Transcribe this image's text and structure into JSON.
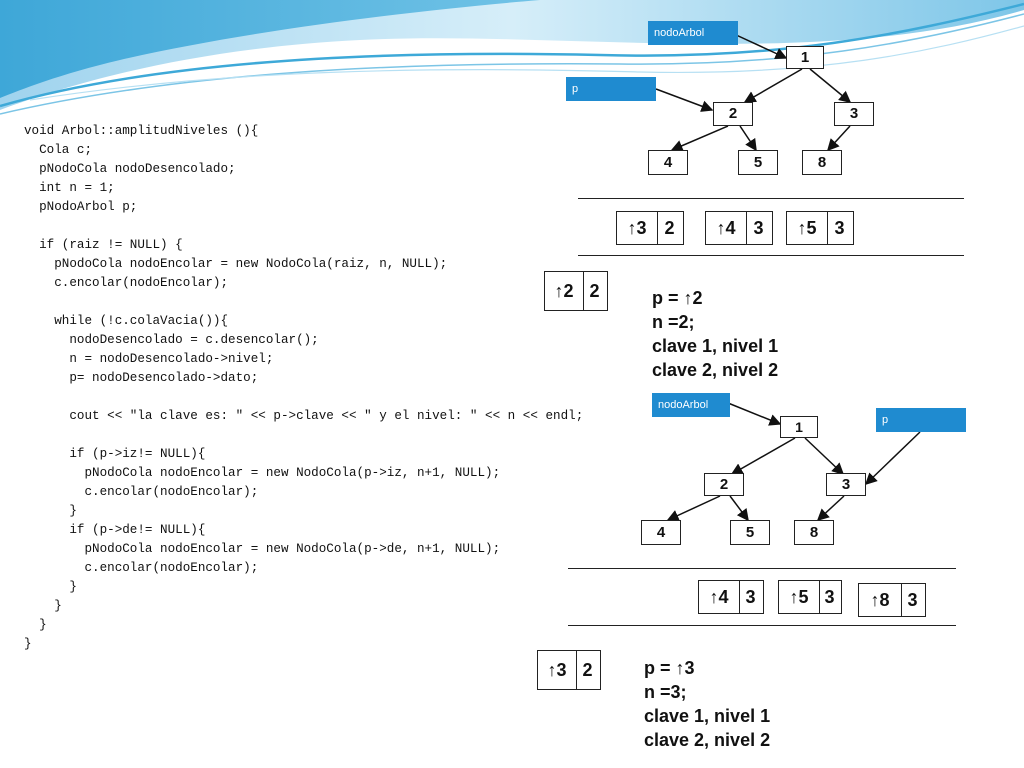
{
  "code": "void Arbol::amplitudNiveles (){\n  Cola c;\n  pNodoCola nodoDesencolado;\n  int n = 1;\n  pNodoArbol p;\n\n  if (raiz != NULL) {\n    pNodoCola nodoEncolar = new NodoCola(raiz, n, NULL);\n    c.encolar(nodoEncolar);\n\n    while (!c.colaVacia()){\n      nodoDesencolado = c.desencolar();\n      n = nodoDesencolado->nivel;\n      p= nodoDesencolado->dato;\n\n      cout << \"la clave es: \" << p->clave << \" y el nivel: \" << n << endl;\n\n      if (p->iz!= NULL){\n        pNodoCola nodoEncolar = new NodoCola(p->iz, n+1, NULL);\n        c.encolar(nodoEncolar);\n      }\n      if (p->de!= NULL){\n        pNodoCola nodoEncolar = new NodoCola(p->de, n+1, NULL);\n        c.encolar(nodoEncolar);\n      }\n    }\n  }\n}",
  "colors": {
    "label_bg": "#1f8bd0",
    "wave": "#3ea9d8"
  },
  "diagram1": {
    "label_root": "nodoArbol",
    "label_p": "p",
    "nodes": [
      "1",
      "2",
      "3",
      "4",
      "5",
      "8"
    ],
    "queue": [
      {
        "ptr": "↑3",
        "level": "2"
      },
      {
        "ptr": "↑4",
        "level": "3"
      },
      {
        "ptr": "↑5",
        "level": "3"
      }
    ],
    "dequeued": {
      "ptr": "↑2",
      "level": "2"
    },
    "info": [
      "p = ↑2",
      "n =2;",
      "clave 1, nivel 1",
      "clave 2, nivel 2"
    ]
  },
  "diagram2": {
    "label_root": "nodoArbol",
    "label_p": "p",
    "nodes": [
      "1",
      "2",
      "3",
      "4",
      "5",
      "8"
    ],
    "queue": [
      {
        "ptr": "↑4",
        "level": "3"
      },
      {
        "ptr": "↑5",
        "level": "3"
      },
      {
        "ptr": "↑8",
        "level": "3"
      }
    ],
    "dequeued": {
      "ptr": "↑3",
      "level": "2"
    },
    "info": [
      "p = ↑3",
      "n =3;",
      "clave 1, nivel 1",
      "clave 2, nivel 2"
    ]
  }
}
